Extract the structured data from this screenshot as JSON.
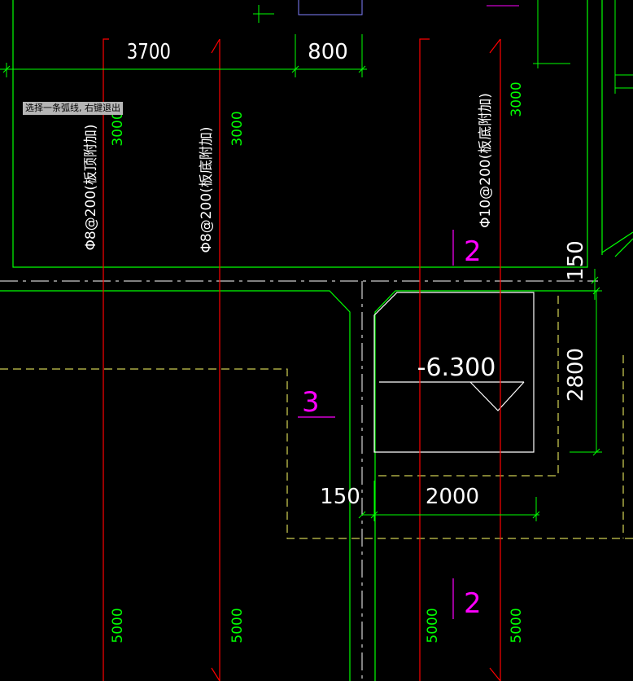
{
  "app": {
    "prompt": "选择一条弧线, 右键退出"
  },
  "colors": {
    "background": "#000000",
    "slab_outline": "#00ff00",
    "rebar": "#ff0000",
    "pit": "#ffffff",
    "dashed_outline": "#ffff66",
    "dimension": "#00ff00",
    "dimension_text": "#ffffff",
    "section_mark": "#ff00ff",
    "grid_line": "#ffffff"
  },
  "drawing": {
    "dimensions": {
      "top_span_a": "3700",
      "top_span_b": "800",
      "right_edge_gap": "150",
      "pit_height": "2800",
      "pit_wall": "150",
      "pit_width": "2000"
    },
    "rebar_labels": {
      "bar1_text": "Φ8@200(板顶附加)",
      "bar1_length_top": "3000",
      "bar1_length_bottom": "5000",
      "bar2_text": "Φ8@200(板底附加)",
      "bar2_length_top": "3000",
      "bar2_length_bottom": "5000",
      "bar3_text": "Φ10@200(板底附加)",
      "bar3_length_top": "3000",
      "bar3_length_bottom": "5000",
      "bar4_length_bottom": "5000"
    },
    "elevation": "-6.300",
    "section_marks": {
      "mark_upper": "2",
      "mark_middle": "3",
      "mark_lower": "2"
    }
  }
}
